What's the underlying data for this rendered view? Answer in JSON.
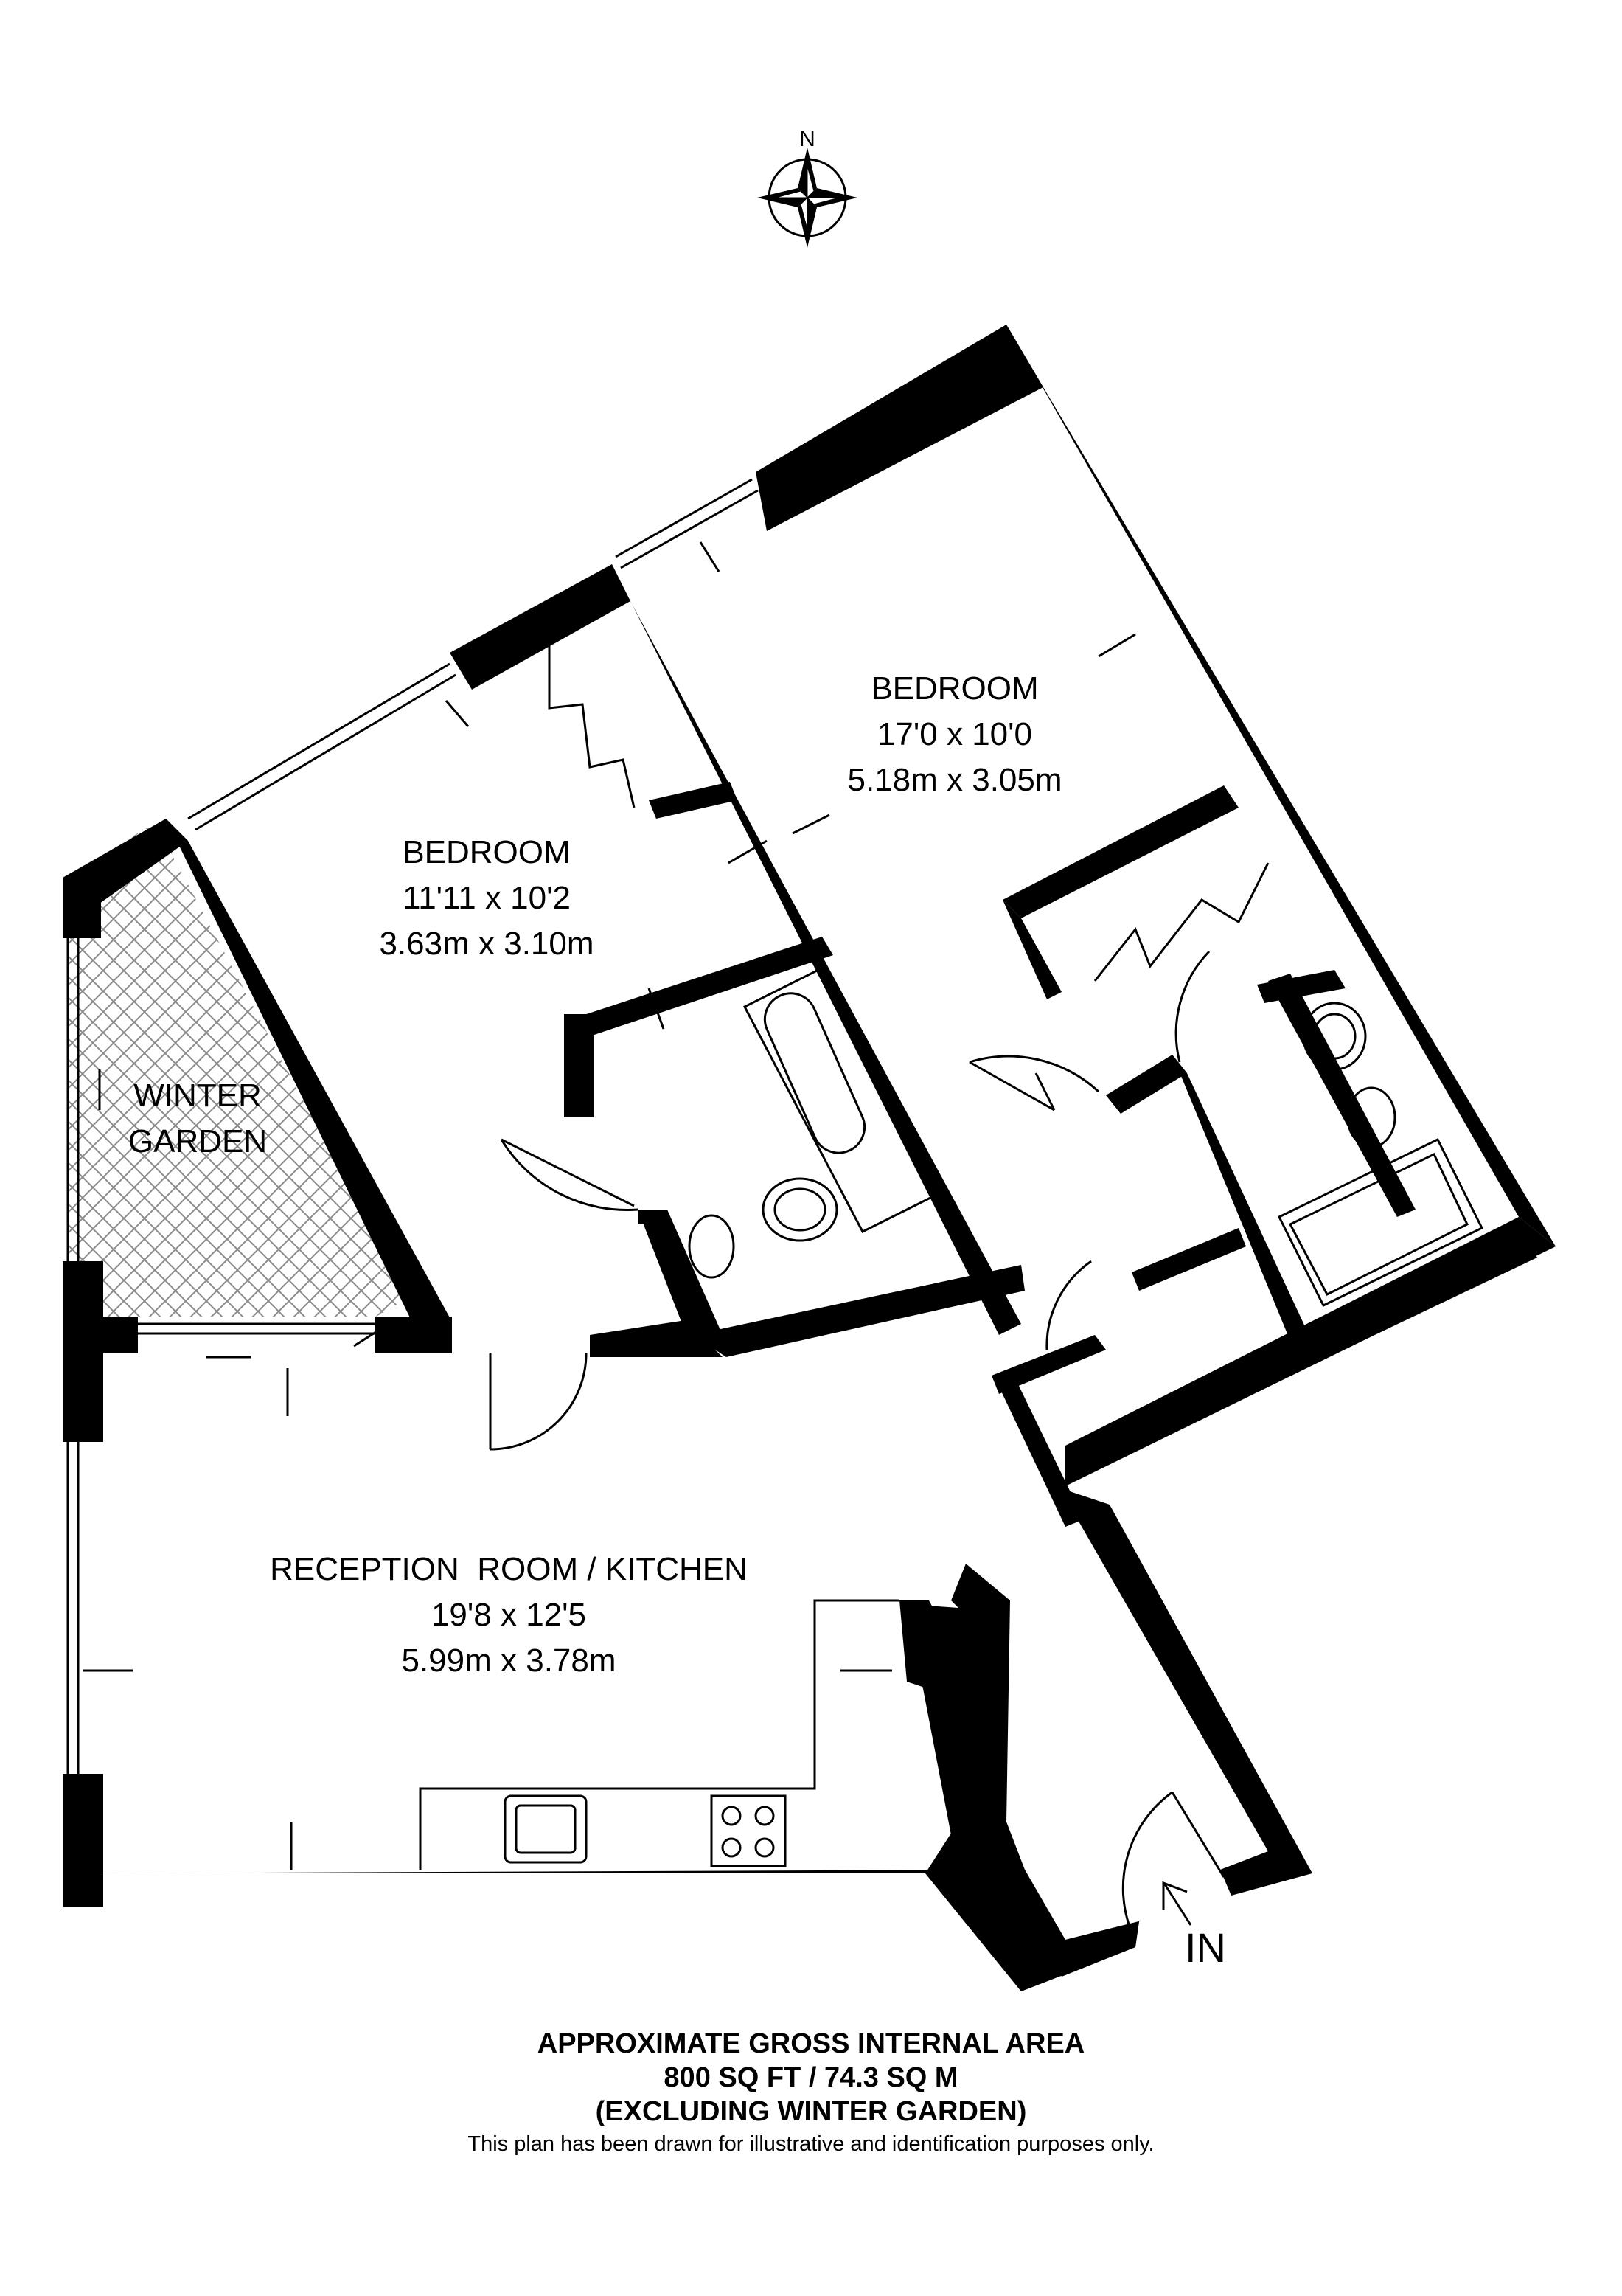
{
  "compass": {
    "label": "N",
    "icon": "compass-rose-icon"
  },
  "rooms": {
    "bedroom_main": {
      "name": "BEDROOM",
      "imperial": "17'0 x 10'0",
      "metric": "5.18m x 3.05m"
    },
    "bedroom_second": {
      "name": "BEDROOM",
      "imperial": "11'11 x 10'2",
      "metric": "3.63m x 3.10m"
    },
    "winter_garden": {
      "line1": "WINTER",
      "line2": "GARDEN"
    },
    "reception": {
      "name": "RECEPTION  ROOM / KITCHEN",
      "imperial": "19'8 x 12'5",
      "metric": "5.99m x 3.78m"
    }
  },
  "entrance": {
    "label": "IN",
    "icon": "entrance-arrow-icon"
  },
  "footer": {
    "line1": "APPROXIMATE GROSS INTERNAL AREA",
    "line2": "800 SQ FT / 74.3 SQ M",
    "line3": "(EXCLUDING WINTER GARDEN)",
    "disclaimer": "This plan has been drawn for illustrative and identification purposes only."
  },
  "colors": {
    "wall": "#000000",
    "line": "#000000",
    "winter_garden_hatch": "#8a8a8a",
    "background": "#ffffff"
  }
}
